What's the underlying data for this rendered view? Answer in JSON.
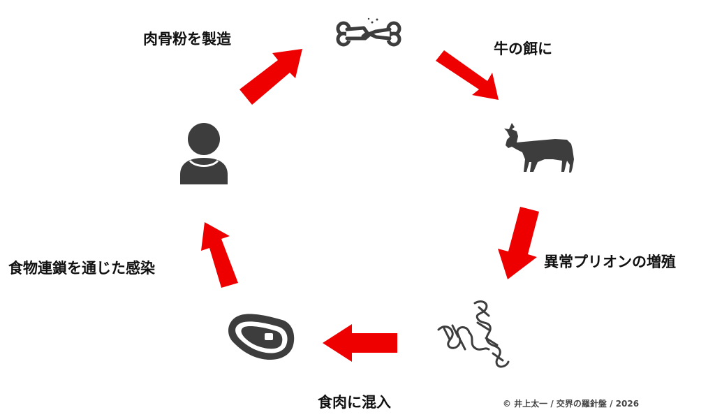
{
  "colors": {
    "arrow": "#ee0000",
    "icon": "#3d3d3d",
    "text": "#111111"
  },
  "nodes": [
    {
      "id": "bone",
      "icon": "bone-icon"
    },
    {
      "id": "cow",
      "icon": "cow-icon"
    },
    {
      "id": "prion",
      "icon": "prion-helix-icon"
    },
    {
      "id": "meat",
      "icon": "steak-icon"
    },
    {
      "id": "human",
      "icon": "person-icon"
    }
  ],
  "steps": [
    {
      "label": "牛の餌に"
    },
    {
      "label": "異常プリオンの増殖"
    },
    {
      "label": "食肉に混入"
    },
    {
      "label": "食物連鎖を通じた感染"
    },
    {
      "label": "肉骨粉を製造"
    }
  ],
  "credit": "©  井上太一 / 交界の羅針盤 / 2026"
}
